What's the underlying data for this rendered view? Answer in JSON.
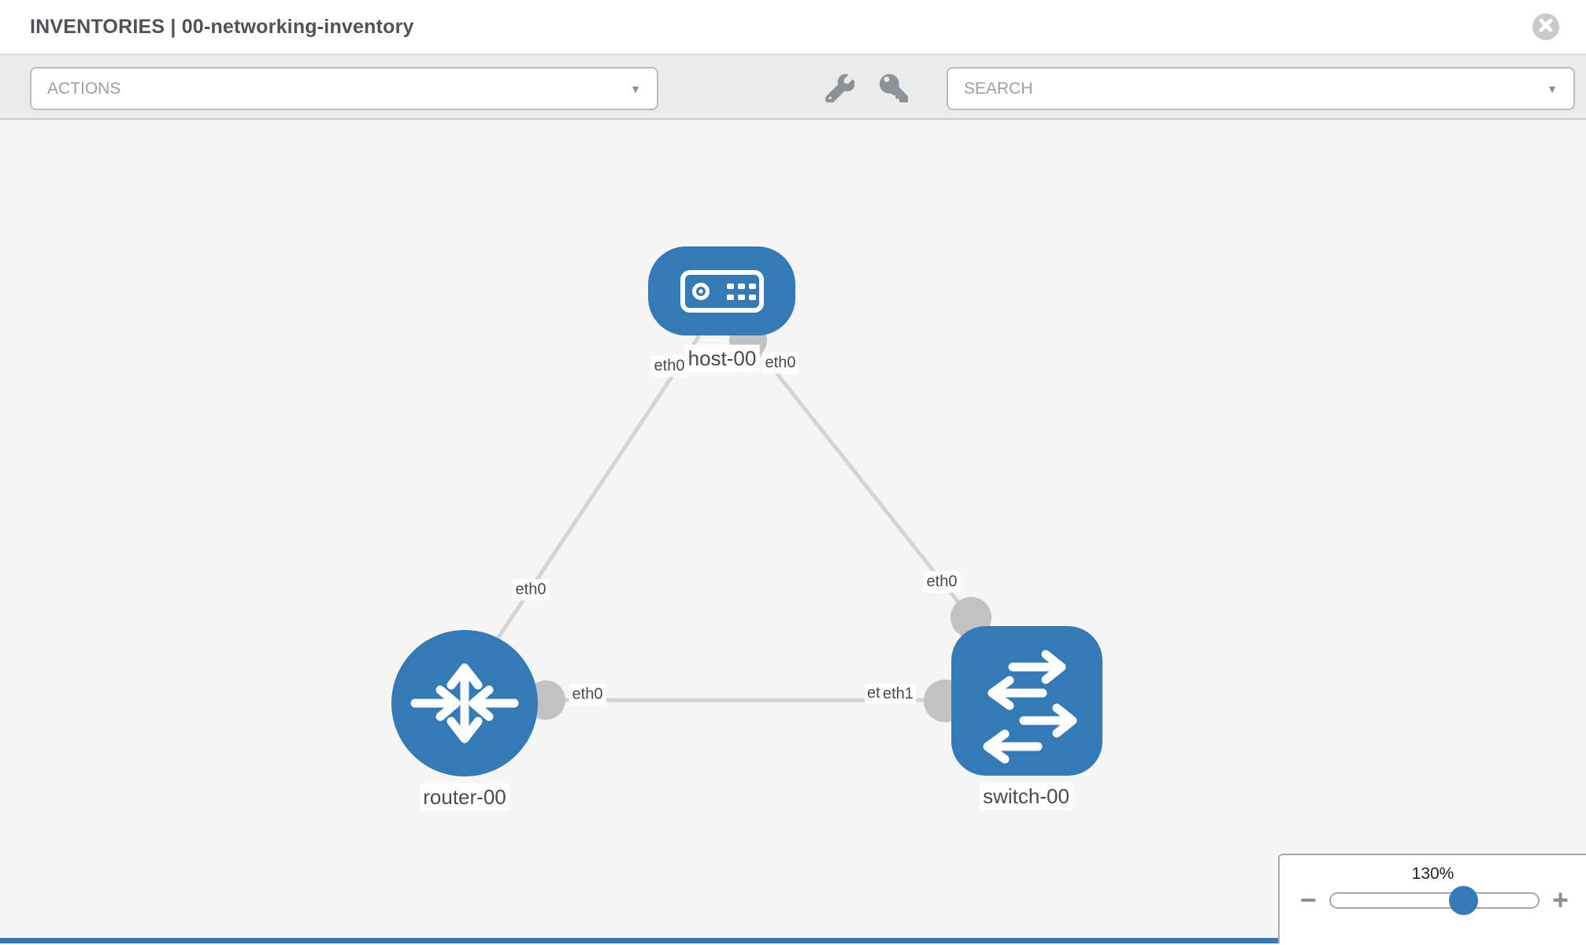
{
  "header": {
    "title": "INVENTORIES | 00-networking-inventory"
  },
  "toolbar": {
    "actions_label": "ACTIONS",
    "search_label": "SEARCH",
    "dropdown_arrow": "▼",
    "icons": [
      "wrench-icon",
      "key-icon"
    ]
  },
  "topology": {
    "nodes": [
      {
        "label": "host-00",
        "type": "host"
      },
      {
        "label": "router-00",
        "type": "router"
      },
      {
        "label": "switch-00",
        "type": "switch"
      }
    ],
    "interface_labels": {
      "host_left": "eth0",
      "host_right": "eth0",
      "router_link_host": "eth0",
      "router_link_switch": "eth0",
      "switch_link_host": "eth0",
      "switch_link_router_back": "eth0",
      "switch_link_router_front": "eth1"
    }
  },
  "zoom_control": {
    "level": "130%",
    "minus_label": "−",
    "plus_label": "+"
  },
  "colors": {
    "node_blue": "#337ab7",
    "link_gray": "#d4d4d4",
    "connector_gray": "#c2c2c2",
    "toolbar_gray": "#ebebeb",
    "canvas_gray": "#f5f5f5"
  }
}
